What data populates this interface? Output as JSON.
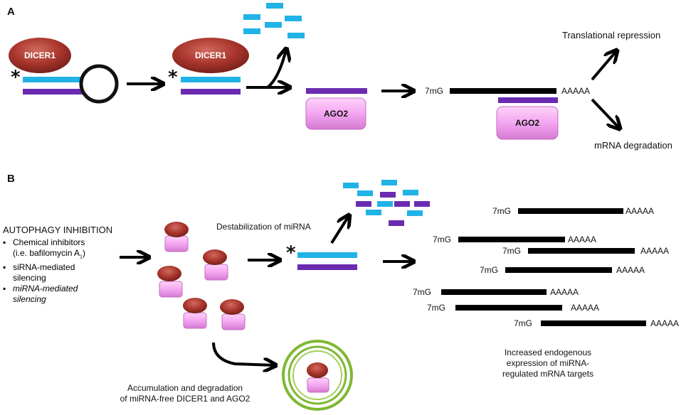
{
  "panels": {
    "a": "A",
    "b": "B"
  },
  "dicer_label": "DICER1",
  "ago_label": "AGO2",
  "asterisk": "*",
  "cap": "7mG",
  "polya": "AAAAA",
  "outcomes": {
    "translational_repression": "Translational repression",
    "mrna_degradation": "mRNA degradation"
  },
  "autophagy": {
    "title": "AUTOPHAGY INHIBITION",
    "items": [
      {
        "line1": "Chemical inhibitors",
        "line2_prefix": "(i.e. bafilomycin A",
        "line2_sub": "1",
        "line2_suffix": ")"
      },
      {
        "line1": "siRNA-mediated",
        "line2": "silencing"
      },
      {
        "line1": "miRNA-mediated",
        "line2": "silencing"
      }
    ]
  },
  "destabilization": "Destabilization of miRNA",
  "accumulation": {
    "line1": "Accumulation and degradation",
    "line2": "of miRNA-free DICER1 and AGO2"
  },
  "increased": {
    "line1": "Increased endogenous",
    "line2": "expression of miRNA-",
    "line3": "regulated mRNA targets"
  },
  "colors": {
    "guide_strand": "#21b3e6",
    "passenger_strand": "#6a2bb0",
    "dicer": "#9a2f2a",
    "ago": "#f3a6f0",
    "vesicle": "#7fb833",
    "arrow": "#000000"
  }
}
